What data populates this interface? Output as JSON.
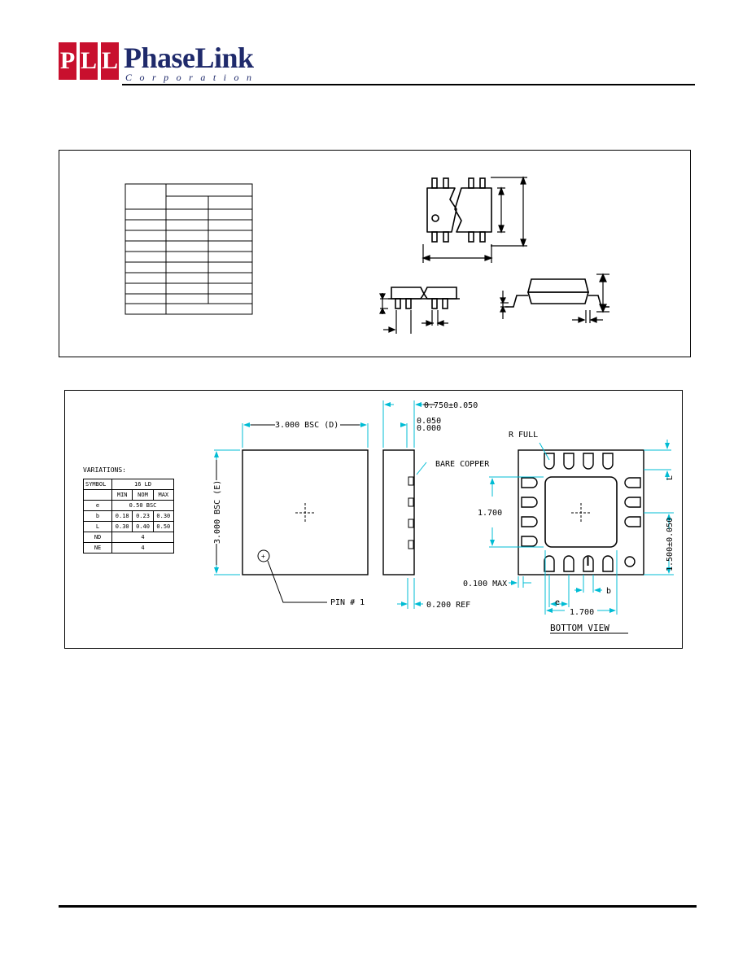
{
  "header": {
    "logo_letters": [
      "P",
      "L",
      "L"
    ],
    "brand_name": "PhaseLink",
    "brand_sub": "Corporation",
    "colors": {
      "logo_red": "#c8102e",
      "brand_blue": "#1f2a6b",
      "dim_cyan": "#00bcd4"
    }
  },
  "qfn": {
    "dim_top_d": "3.000  BSC  (D)",
    "dim_side_e": "3.000  BSC  (E)",
    "pin1_label": "PIN # 1",
    "thickness": "0.750±0.050",
    "standoff_top": "0.050",
    "standoff_bottom": "0.000",
    "bare_copper": "BARE COPPER",
    "ref": "0.200  REF",
    "r_full": "R FULL",
    "pad_height": "1.700",
    "pad_width": "1.700",
    "max_label": "0.100  MAX",
    "pitch_label": "e",
    "lead_b_label": "b",
    "lead_l_label": "L",
    "right_dim": "1.500±0.050",
    "bottom_view": "BOTTOM  VIEW"
  },
  "variations": {
    "title": "VARIATIONS:",
    "symbol_header": "SYMBOL",
    "ld_header": "16  LD",
    "sub_headers": [
      "MIN",
      "NOM",
      "MAX"
    ],
    "rows": [
      {
        "symbol": "e",
        "span": "0.50  BSC"
      },
      {
        "symbol": "b",
        "min": "0.18",
        "nom": "0.23",
        "max": "0.30"
      },
      {
        "symbol": "L",
        "min": "0.30",
        "nom": "0.40",
        "max": "0.50"
      },
      {
        "symbol": "ND",
        "span": "4"
      },
      {
        "symbol": "NE",
        "span": "4"
      }
    ]
  }
}
